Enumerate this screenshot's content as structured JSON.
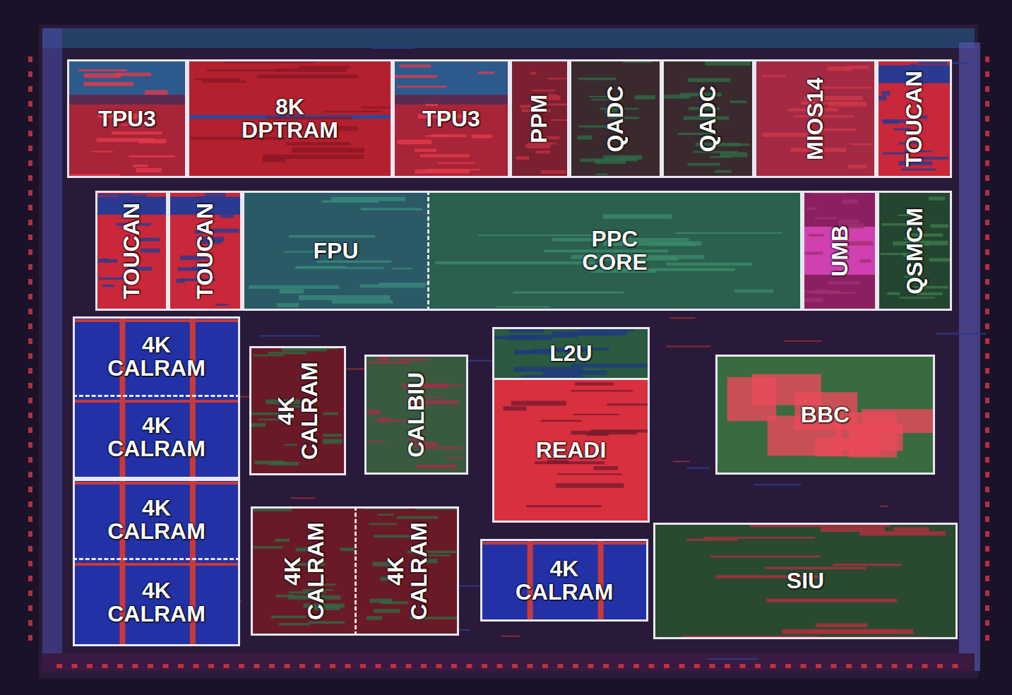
{
  "diagram": {
    "nodes": [
      {
        "text": [
          "TPU3"
        ]
      },
      {
        "text": [
          "8K DPTRAM"
        ]
      },
      {
        "text": [
          "TPU3"
        ]
      },
      {
        "text": [
          "PPM"
        ]
      },
      {
        "text": [
          "QADC"
        ]
      },
      {
        "text": [
          "QADC"
        ]
      },
      {
        "text": [
          "MIOS14"
        ]
      },
      {
        "text": [
          "TOUCAN"
        ]
      },
      {
        "text": [
          "TOUCAN"
        ]
      },
      {
        "text": [
          "TOUCAN"
        ]
      },
      {
        "text": [
          "FPU"
        ]
      },
      {
        "text": [
          "PPC CORE"
        ]
      },
      {
        "text": [
          "UMB"
        ]
      },
      {
        "text": [
          "QSMCM"
        ]
      },
      {
        "text": [
          "4K CALRAM"
        ]
      },
      {
        "text": [
          "4K CALRAM"
        ]
      },
      {
        "text": [
          "4K CALRAM"
        ]
      },
      {
        "text": [
          "4K CALRAM"
        ]
      },
      {
        "text": [
          "4K CALRAM"
        ]
      },
      {
        "text": [
          "CALBIU"
        ]
      },
      {
        "text": [
          "L2U"
        ]
      },
      {
        "text": [
          "READI"
        ]
      },
      {
        "text": [
          "BBC"
        ]
      },
      {
        "text": [
          "4K CALRAM"
        ]
      },
      {
        "text": [
          "4K CALRAM"
        ]
      },
      {
        "text": [
          "4K CALRAM"
        ]
      },
      {
        "text": [
          "SIU"
        ]
      }
    ]
  }
}
